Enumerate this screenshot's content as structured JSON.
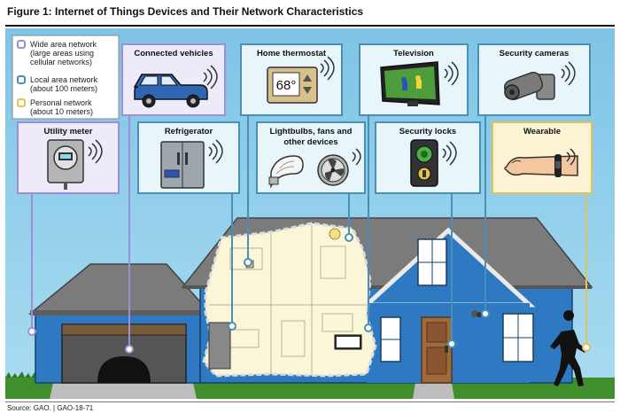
{
  "header": {
    "title": "Figure 1: Internet of Things Devices and Their Network Characteristics"
  },
  "legend": [
    {
      "label": "Wide area network",
      "detail1": "(large areas using",
      "detail2": "cellular networks)",
      "color": "#9c8fd6"
    },
    {
      "label": "Local area network",
      "detail1": "(about 100 meters)",
      "detail2": "",
      "color": "#4a8fb8"
    },
    {
      "label": "Personal network",
      "detail1": "(about 10 meters)",
      "detail2": "",
      "color": "#e6c255"
    }
  ],
  "devices": {
    "utility_meter": "Utility meter",
    "connected_vehicles": "Connected vehicles",
    "refrigerator": "Refrigerator",
    "home_thermostat": "Home thermostat",
    "lightbulbs_line1": "Lightbulbs, fans and",
    "lightbulbs_line2": "other devices",
    "television": "Television",
    "security_locks": "Security locks",
    "security_cameras": "Security cameras",
    "wearable": "Wearable"
  },
  "thermostat_reading": "68°",
  "footer": {
    "source": "Source: GAO.  |  GAO-18-71"
  },
  "colors": {
    "sky": "#7fc4e6",
    "grass": "#3f8f2c",
    "house_blue": "#2f79c2",
    "roof": "#7b7b7b",
    "wan_box": "#eeeaf9",
    "lan_box": "#e8f5fb",
    "pan_box": "#fbf3d3"
  }
}
